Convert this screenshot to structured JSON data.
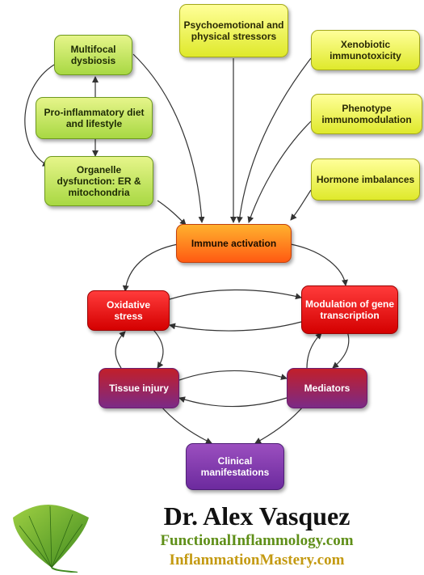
{
  "nodes": {
    "multifocal_dysbiosis": "Multifocal dysbiosis",
    "psychoemotional": "Psychoemotional and physical stressors",
    "xenobiotic": "Xenobiotic immunotoxicity",
    "proinflammatory_diet": "Pro-inflammatory diet and lifestyle",
    "phenotype": "Phenotype immunomodulation",
    "organelle": "Organelle dysfunction: ER & mitochondria",
    "hormone": "Hormone imbalances",
    "immune_activation": "Immune activation",
    "oxidative_stress": "Oxidative stress",
    "modulation": "Modulation of gene transcription",
    "tissue_injury": "Tissue injury",
    "mediators": "Mediators",
    "clinical": "Clinical manifestations"
  },
  "colors": {
    "green": "#a8d843",
    "yellow": "#dfe92b",
    "orange": "#ff7a1a",
    "red": "#e00000",
    "violet": "#8e2a80",
    "purple": "#7b35aa",
    "arrow": "#333333"
  },
  "footer": {
    "author": "Dr. Alex Vasquez",
    "site_1": "FunctionalInflammology.com",
    "site_2": "InflammationMastery.com"
  },
  "logo_icon": "ginkgo-leaf-icon"
}
